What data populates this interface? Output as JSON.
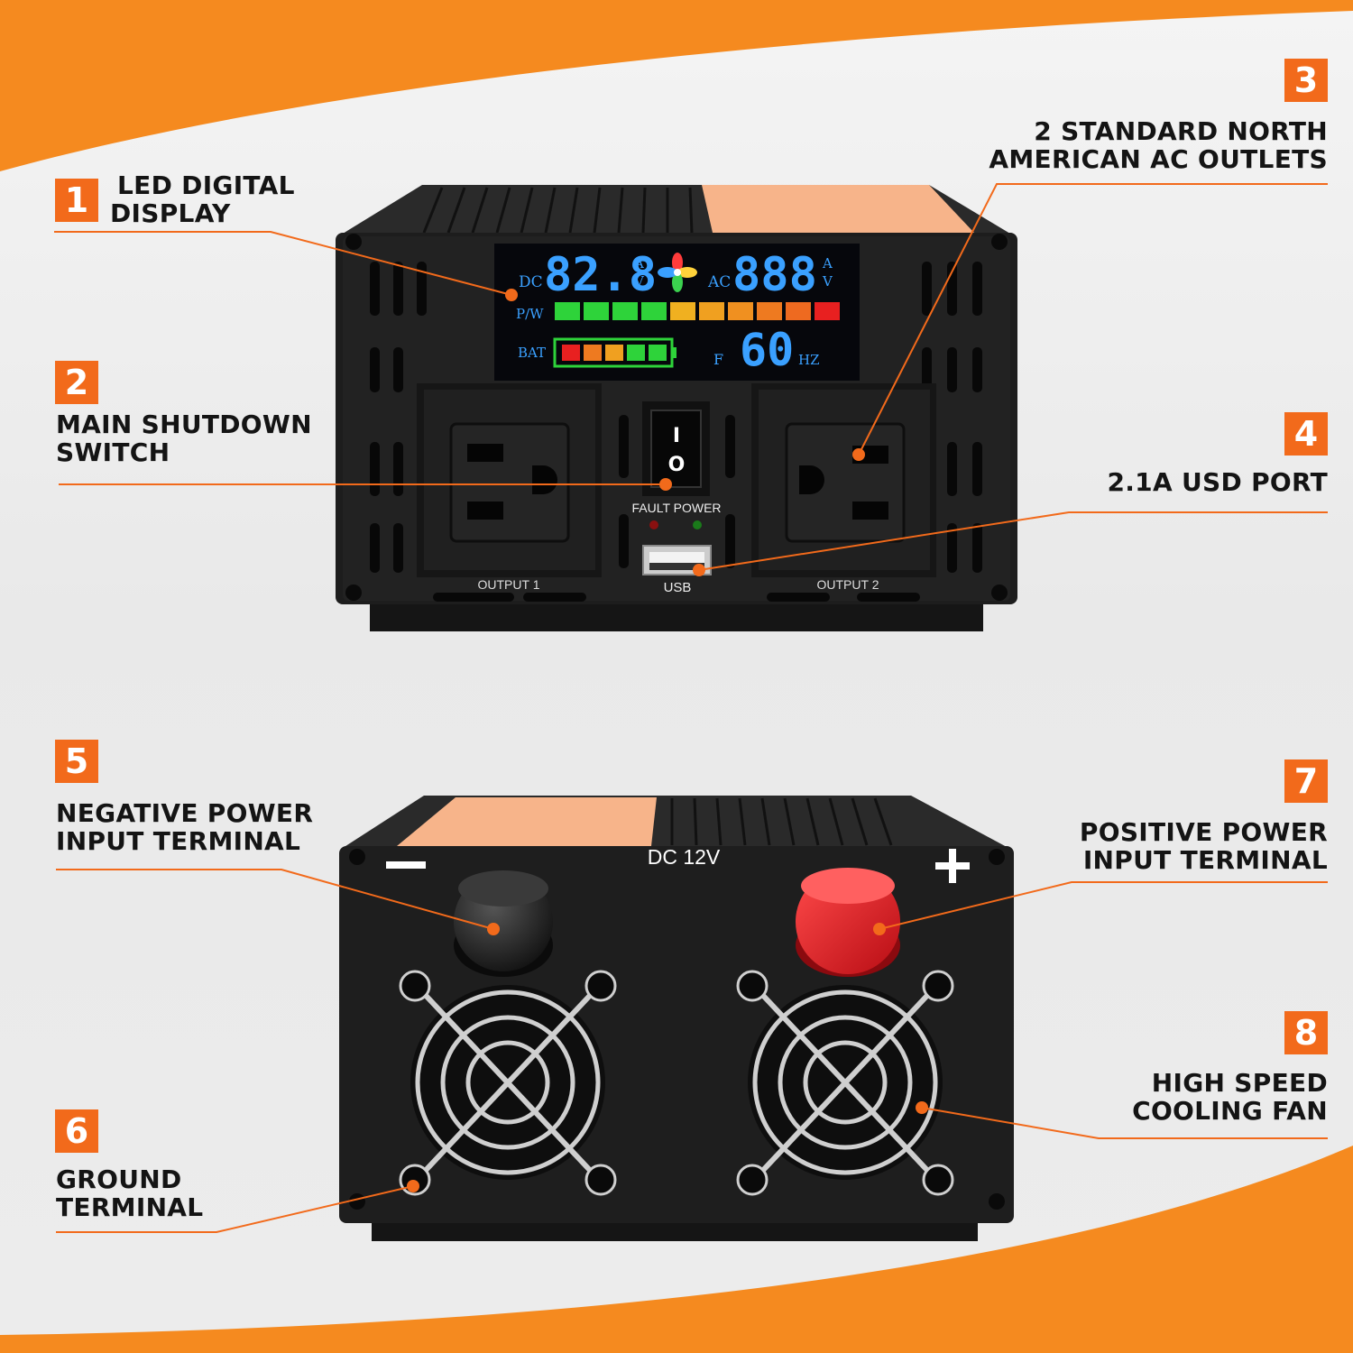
{
  "colors": {
    "accent": "#f26a1b",
    "body": "#1c1c1c",
    "lcd_digits": "#3aa0ff"
  },
  "callouts": [
    {
      "number": "1",
      "lines": [
        "LED DIGITAL",
        "DISPLAY"
      ]
    },
    {
      "number": "2",
      "lines": [
        "MAIN SHUTDOWN",
        "SWITCH"
      ]
    },
    {
      "number": "3",
      "lines": [
        "2 STANDARD NORTH",
        "AMERICAN AC OUTLETS"
      ]
    },
    {
      "number": "4",
      "lines": [
        "2.1A USD PORT"
      ]
    },
    {
      "number": "5",
      "lines": [
        "NEGATIVE POWER",
        "INPUT TERMINAL"
      ]
    },
    {
      "number": "6",
      "lines": [
        "GROUND",
        "TERMINAL"
      ]
    },
    {
      "number": "7",
      "lines": [
        "POSITIVE POWER",
        "INPUT TERMINAL"
      ]
    },
    {
      "number": "8",
      "lines": [
        "HIGH SPEED",
        "COOLING FAN"
      ]
    }
  ],
  "display": {
    "dc_label": "DC",
    "dc_value": "82.8",
    "ac_label": "AC",
    "ac_value": "888",
    "unit_a": "A",
    "unit_v": "V",
    "pw_label": "P/W",
    "bat_label": "BAT",
    "freq_prefix": "F",
    "freq_value": "60",
    "freq_unit": "HZ"
  },
  "front_panel": {
    "switch_on": "I",
    "switch_off": "O",
    "fault_power": "FAULT POWER",
    "output1": "OUTPUT 1",
    "output2": "OUTPUT 2",
    "usb": "USB"
  },
  "rear_panel": {
    "dc_label": "DC 12V",
    "minus": "−",
    "plus": "+"
  }
}
